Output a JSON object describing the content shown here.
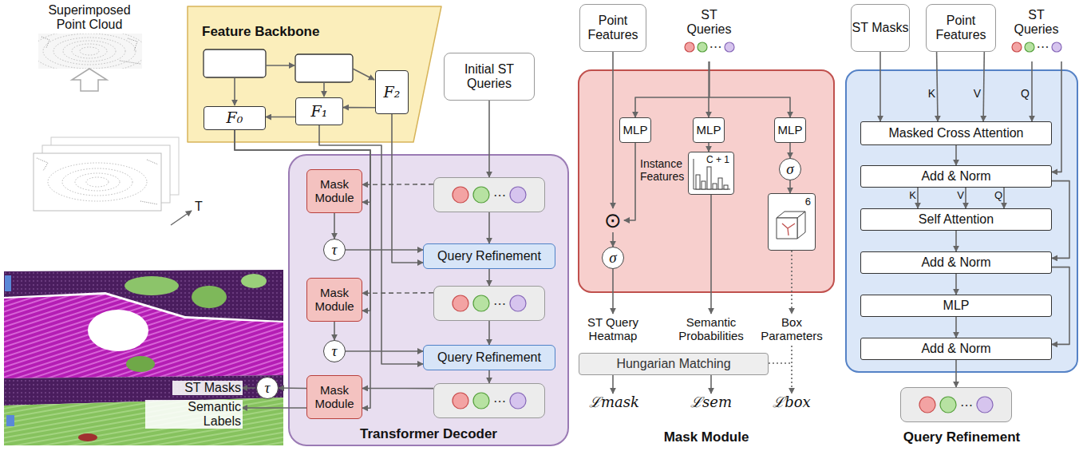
{
  "diagram": {
    "nodes": [
      {
        "text": [
          "Feature Backbone"
        ]
      },
      {
        "text": [
          "F₀"
        ],
        "in": 0
      },
      {
        "text": [
          "F₁"
        ],
        "in": 0
      },
      {
        "text": [
          "F₂"
        ],
        "in": 0
      },
      {
        "text": [
          "Initial ST Queries"
        ]
      },
      {
        "text": [
          "Transformer Decoder"
        ]
      },
      {
        "text": [
          "Mask Module"
        ],
        "in": 5
      },
      {
        "text": [
          "⋯"
        ],
        "in": 5
      },
      {
        "text": [
          "τ"
        ],
        "in": 5
      },
      {
        "text": [
          "Query Refinement"
        ],
        "in": 5
      },
      {
        "text": [
          "Mask Module"
        ],
        "in": 5
      },
      {
        "text": [
          "⋯"
        ],
        "in": 5
      },
      {
        "text": [
          "τ"
        ],
        "in": 5
      },
      {
        "text": [
          "Query Refinement"
        ],
        "in": 5
      },
      {
        "text": [
          "Mask Module"
        ],
        "in": 5
      },
      {
        "text": [
          "⋯"
        ],
        "in": 5
      },
      {
        "text": [
          "τ"
        ]
      },
      {
        "text": [
          "Point Features"
        ]
      },
      {
        "text": [
          "ST Queries",
          "⋯"
        ]
      },
      {
        "text": [
          "Mask Module"
        ]
      },
      {
        "text": [
          "MLP"
        ],
        "in": 19
      },
      {
        "text": [
          "MLP"
        ],
        "in": 19
      },
      {
        "text": [
          "MLP"
        ],
        "in": 19
      },
      {
        "text": [
          "C + 1"
        ],
        "in": 19
      },
      {
        "text": [
          "σ"
        ],
        "in": 19
      },
      {
        "text": [
          "6"
        ],
        "in": 19
      },
      {
        "text": [
          "⊙"
        ],
        "in": 19
      },
      {
        "text": [
          "σ"
        ],
        "in": 19
      },
      {
        "text": [
          "Hungarian Matching"
        ]
      },
      {
        "text": [
          "ST Masks"
        ]
      },
      {
        "text": [
          "Point Features"
        ]
      },
      {
        "text": [
          "ST Queries",
          "⋯"
        ]
      },
      {
        "text": [
          "Query Refinement"
        ]
      },
      {
        "text": [
          "Masked Cross Attention"
        ],
        "in": 32
      },
      {
        "text": [
          "Add & Norm"
        ],
        "in": 32
      },
      {
        "text": [
          "Self Attention"
        ],
        "in": 32
      },
      {
        "text": [
          "Add & Norm"
        ],
        "in": 32
      },
      {
        "text": [
          "MLP"
        ],
        "in": 32
      },
      {
        "text": [
          "Add & Norm"
        ],
        "in": 32
      },
      {
        "text": [
          "⋯"
        ]
      }
    ],
    "edges": [
      {
        "from": 3,
        "to": 2,
        "arrow": "to"
      },
      {
        "from": 2,
        "to": 1,
        "arrow": "to"
      },
      {
        "from": 4,
        "to": 7,
        "arrow": "to"
      },
      {
        "from": 7,
        "to": 6,
        "arrow": "to"
      },
      {
        "from": 7,
        "to": 9,
        "arrow": "to"
      },
      {
        "from": 6,
        "to": 8,
        "arrow": "to"
      },
      {
        "from": 8,
        "to": 9,
        "arrow": "to"
      },
      {
        "from": 9,
        "to": 11,
        "arrow": "to"
      },
      {
        "from": 11,
        "to": 10,
        "arrow": "to"
      },
      {
        "from": 11,
        "to": 13,
        "arrow": "to"
      },
      {
        "from": 10,
        "to": 12,
        "arrow": "to"
      },
      {
        "from": 12,
        "to": 13,
        "arrow": "to"
      },
      {
        "from": 13,
        "to": 15,
        "arrow": "to"
      },
      {
        "from": 15,
        "to": 14,
        "arrow": "to"
      },
      {
        "from": 14,
        "to": 16,
        "arrow": "to"
      },
      {
        "from": 1,
        "to": 6,
        "arrow": "to"
      },
      {
        "from": 1,
        "to": 10,
        "arrow": "to"
      },
      {
        "from": 1,
        "to": 14,
        "arrow": "to"
      },
      {
        "from": 3,
        "to": 9,
        "arrow": "to"
      },
      {
        "from": 2,
        "to": 13,
        "arrow": "to"
      },
      {
        "from": 17,
        "to": 26,
        "arrow": "to"
      },
      {
        "from": 18,
        "to": 20,
        "arrow": "to"
      },
      {
        "from": 18,
        "to": 21,
        "arrow": "to"
      },
      {
        "from": 18,
        "to": 22,
        "arrow": "to"
      },
      {
        "from": 20,
        "to": 26,
        "label": "Instance Features",
        "arrow": "to"
      },
      {
        "from": 21,
        "to": 23,
        "arrow": "to"
      },
      {
        "from": 22,
        "to": 24,
        "arrow": "to"
      },
      {
        "from": 24,
        "to": 25,
        "arrow": "to"
      },
      {
        "from": 26,
        "to": 27,
        "arrow": "to"
      },
      {
        "from": 29,
        "to": 33,
        "arrow": "to"
      },
      {
        "from": 30,
        "to": 33,
        "label": "K",
        "arrow": "to"
      },
      {
        "from": 30,
        "to": 33,
        "label": "V",
        "arrow": "to"
      },
      {
        "from": 31,
        "to": 33,
        "label": "Q",
        "arrow": "to"
      },
      {
        "from": 31,
        "to": 34,
        "arrow": "to"
      },
      {
        "from": 33,
        "to": 34,
        "arrow": "to"
      },
      {
        "from": 34,
        "to": 35,
        "label": "K",
        "arrow": "to"
      },
      {
        "from": 34,
        "to": 35,
        "label": "V",
        "arrow": "to"
      },
      {
        "from": 34,
        "to": 35,
        "label": "Q",
        "arrow": "to"
      },
      {
        "from": 34,
        "to": 36,
        "arrow": "to"
      },
      {
        "from": 35,
        "to": 36,
        "arrow": "to"
      },
      {
        "from": 36,
        "to": 37,
        "arrow": "to"
      },
      {
        "from": 36,
        "to": 38,
        "arrow": "to"
      },
      {
        "from": 37,
        "to": 38,
        "arrow": "to"
      },
      {
        "from": 38,
        "to": 39,
        "arrow": "to"
      }
    ],
    "labels": [
      "Superimposed Point Cloud",
      "T",
      "ST Masks",
      "Semantic Labels",
      "ST Query Heatmap",
      "Semantic Probabilities",
      "Box Parameters",
      "ℒmask",
      "ℒsem",
      "ℒbox"
    ]
  }
}
